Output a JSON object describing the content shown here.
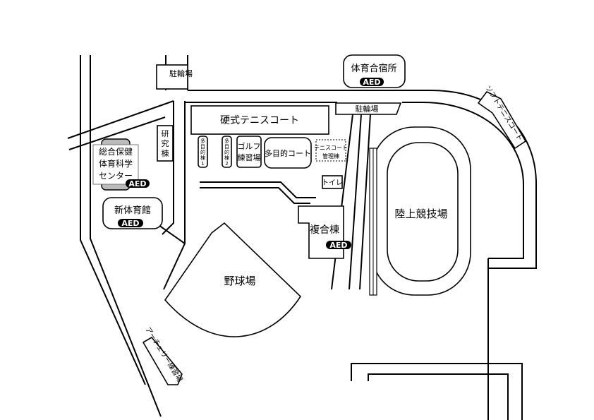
{
  "colors": {
    "line": "#000000",
    "background": "#ffffff",
    "aed_badge": "#000000",
    "highlight": "#bbbbbb"
  },
  "icons": {
    "aed": "aed-badge"
  },
  "labels": {
    "parking_nw": "駐輪場",
    "dorm": "体育合宿所",
    "parking_ne": "駐輪場",
    "tennis_hard": "硬式テニスコート",
    "soft_tennis": "ソフトテニスコート",
    "research_1": "研",
    "research_2": "究",
    "research_3": "棟",
    "health_1": "総合保健",
    "health_2": "体育科学",
    "health_3": "センター",
    "multi_bldg1_a": "多",
    "multi_bldg1_b": "目",
    "multi_bldg1_c": "的",
    "multi_bldg1_d": "棟",
    "multi_bldg1_e": "1",
    "multi_bldg2_a": "多",
    "multi_bldg2_b": "目",
    "multi_bldg2_c": "的",
    "multi_bldg2_d": "棟",
    "multi_bldg2_e": "2",
    "golf_1": "ゴルフ",
    "golf_2": "練習場",
    "multi_court": "多目的コート",
    "tennis_office_1": "テニスコート",
    "tennis_office_2": "管理棟",
    "toilet": "トイレ",
    "gym": "新体育館",
    "complex": "複合棟",
    "baseball": "野球場",
    "athletics": "陸上競技場",
    "archery": "アーチェリー練習場",
    "aed": "AED"
  }
}
